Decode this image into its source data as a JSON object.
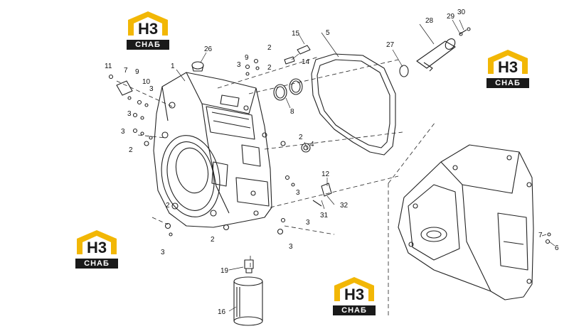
{
  "watermark": {
    "text": "СНАБ",
    "accent_color": "#f2b705"
  },
  "callouts": {
    "c1": "1",
    "c2": "2",
    "c3": "3",
    "c4": "4",
    "c5": "5",
    "c6": "6",
    "c7": "7",
    "c8": "8",
    "c9": "9",
    "c10": "10",
    "c11": "11",
    "c12": "12",
    "c14": "14",
    "c15": "15",
    "c16": "16",
    "c19": "19",
    "c26": "26",
    "c27": "27",
    "c28": "28",
    "c29": "29",
    "c30": "30",
    "c31": "31",
    "c32": "32"
  }
}
